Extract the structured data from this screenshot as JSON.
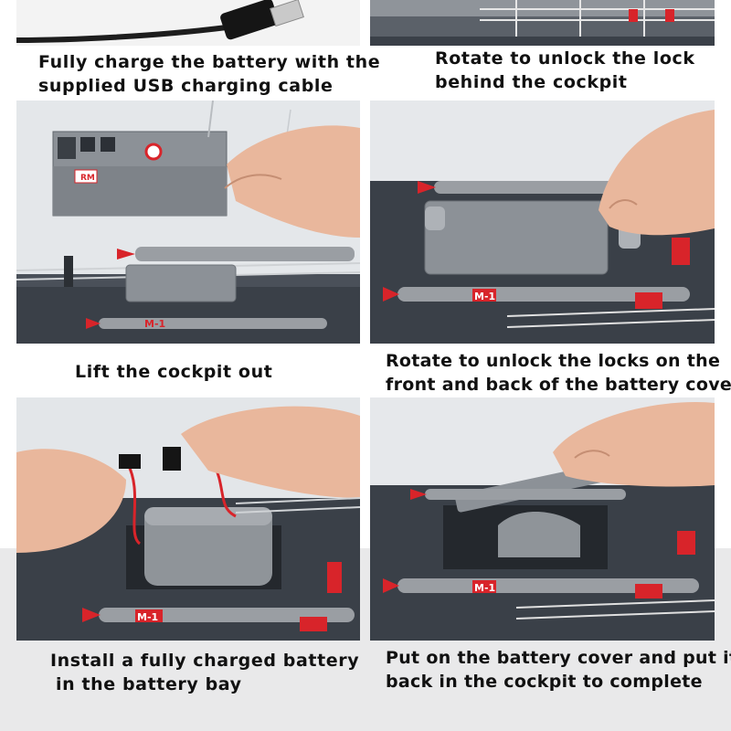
{
  "steps": [
    {
      "caption_lines": [
        "Fully charge the battery with the",
        "supplied USB charging cable"
      ]
    },
    {
      "caption_lines": [
        "Rotate to unlock the lock",
        "behind the cockpit"
      ]
    },
    {
      "caption_lines": [
        "Lift the cockpit out"
      ]
    },
    {
      "caption_lines": [
        "Rotate to unlock the locks on the",
        "front and back of the battery cover"
      ]
    },
    {
      "caption_lines": [
        "Install a fully charged battery",
        "in the battery bay"
      ]
    },
    {
      "caption_lines": [
        "Put on the battery cover and put it",
        "back in the cockpit to complete"
      ]
    }
  ],
  "labels": {
    "missile_mark": "M-1",
    "cockpit_mark": "RM"
  },
  "colors": {
    "deck": "#3a4048",
    "hull_grey": "#8c9197",
    "missile_red": "#d8242a",
    "skin": "#e9b79c",
    "band": "#e9e9ea"
  }
}
